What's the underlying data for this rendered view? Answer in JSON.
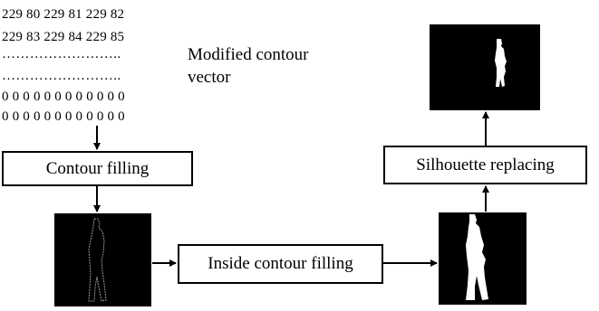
{
  "vector": {
    "rows": [
      "229 80 229 81 229 82",
      "229 83 229 84 229 85"
    ],
    "dots_1": "…………………….. ",
    "dots_2": "……………………..",
    "zero_rows": [
      "0 0 0 0 0 0 0 0 0 0 0 0",
      "0 0 0 0 0 0 0 0 0 0 0 0"
    ]
  },
  "vector_label": {
    "line1": "Modified contour",
    "line2": "vector"
  },
  "steps": {
    "contour_filling": "Contour filling",
    "inside_contour_filling": "Inside contour filling",
    "silhouette_replacing": "Silhouette replacing"
  },
  "images": {
    "contour": "contour-image",
    "filled": "filled-silhouette-image",
    "final": "replaced-silhouette-image"
  }
}
